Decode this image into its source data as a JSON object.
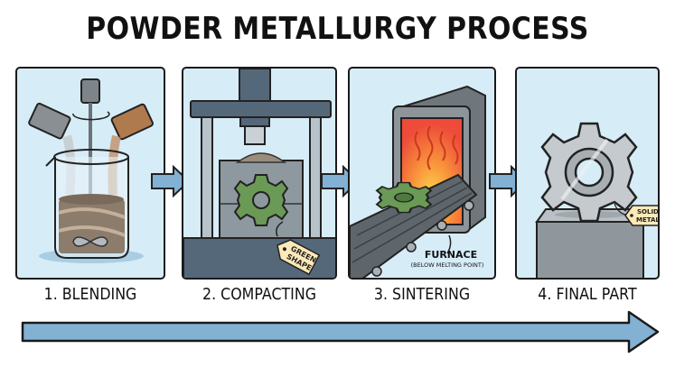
{
  "title": "POWDER METALLURGY PROCESS",
  "steps": [
    {
      "label": "1. BLENDING"
    },
    {
      "label": "2. COMPACTING",
      "tag": {
        "line1": "GREEN",
        "line2": "SHAPE"
      }
    },
    {
      "label": "3. SINTERING",
      "annotation": {
        "title": "FURNACE",
        "subtitle": "(BELOW MELTING POINT)"
      }
    },
    {
      "label": "4. FINAL PART",
      "tag": {
        "line1": "SOLID",
        "line2": "METAL"
      }
    }
  ],
  "colors": {
    "panel_bg": "#d6ecf7",
    "arrow_fill": "#82b1d4",
    "green_part": "#6a9a55",
    "metal_gray": "#8c949a",
    "furnace_glow": "#f26a3d",
    "tag_bg": "#fbe9b7"
  }
}
